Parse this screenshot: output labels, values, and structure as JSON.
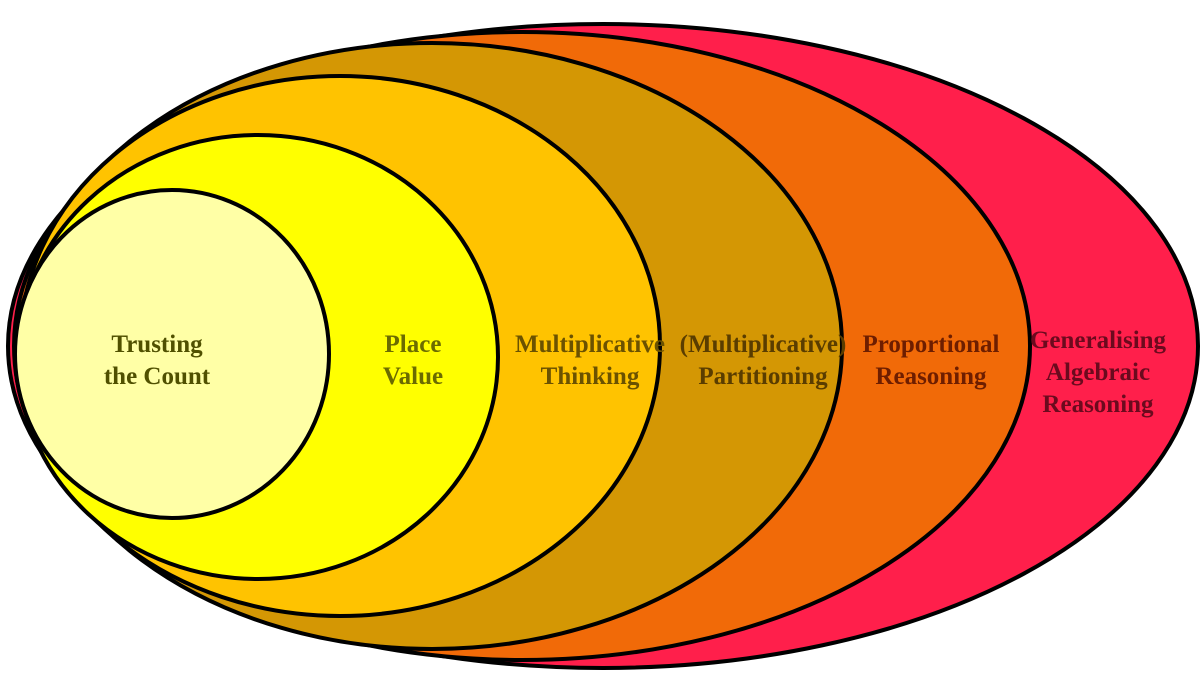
{
  "diagram": {
    "rings": [
      {
        "name": "generalising-algebraic-reasoning",
        "fill": "#ff1f4b",
        "text_color": "#6b0a1e",
        "lines": [
          "Generalising",
          "Algebraic",
          "Reasoning"
        ]
      },
      {
        "name": "proportional-reasoning",
        "fill": "#f16a08",
        "text_color": "#6e1e00",
        "lines": [
          "Proportional",
          "Reasoning"
        ]
      },
      {
        "name": "multiplicative-partitioning",
        "fill": "#d49704",
        "text_color": "#5a3d00",
        "lines": [
          "(Multiplicative)",
          "Partitioning"
        ]
      },
      {
        "name": "multiplicative-thinking",
        "fill": "#ffc300",
        "text_color": "#6b5200",
        "lines": [
          "Multiplicative",
          "Thinking"
        ]
      },
      {
        "name": "place-value",
        "fill": "#ffff00",
        "text_color": "#6b6b00",
        "lines": [
          "Place",
          "Value"
        ]
      },
      {
        "name": "trusting-the-count",
        "fill": "#ffffa6",
        "text_color": "#505000",
        "lines": [
          "Trusting",
          "the Count"
        ]
      }
    ]
  }
}
